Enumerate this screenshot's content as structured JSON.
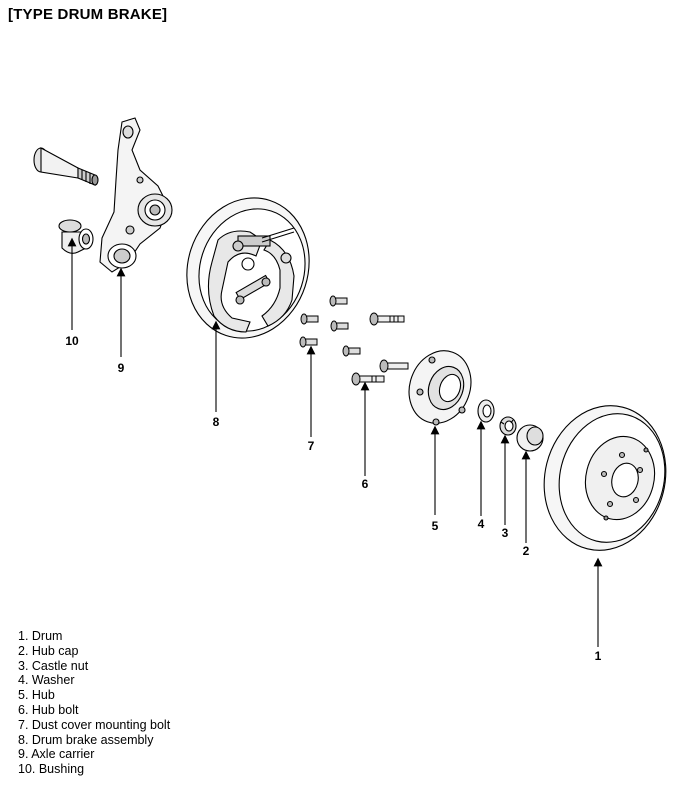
{
  "title": "[TYPE DRUM BRAKE]",
  "callouts": [
    "1",
    "2",
    "3",
    "4",
    "5",
    "6",
    "7",
    "8",
    "9",
    "10"
  ],
  "legend": [
    "1. Drum",
    "2. Hub cap",
    "3. Castle nut",
    "4. Washer",
    "5. Hub",
    "6. Hub bolt",
    "7. Dust cover mounting bolt",
    "8. Drum brake assembly",
    "9. Axle carrier",
    "10. Bushing"
  ]
}
